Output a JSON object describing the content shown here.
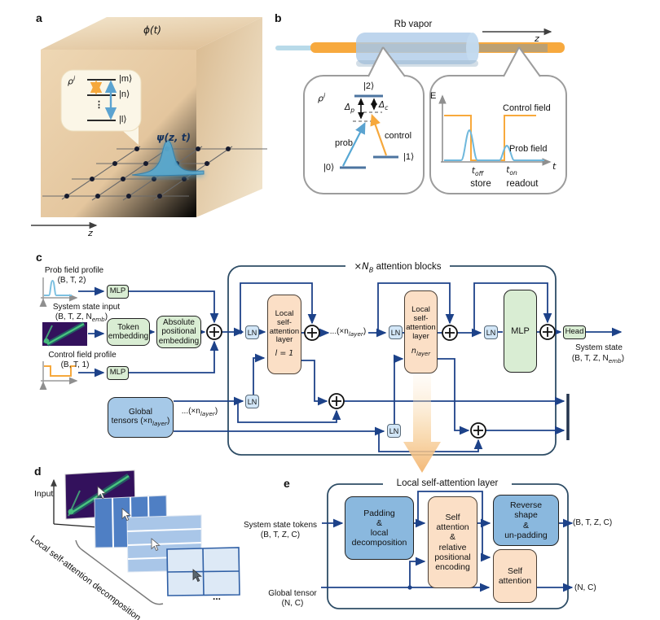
{
  "panel_a": {
    "label": "a",
    "phi": "ϕ(t)",
    "rho_pre": "ρ",
    "rho_sup": "i",
    "level_m": "|m⟩",
    "level_n": "|n⟩",
    "level_l": "|l⟩",
    "dots": "⋮",
    "psi": "ψ(z, t)",
    "z_label": "z"
  },
  "panel_b": {
    "label": "b",
    "title": "Rb vapor",
    "z_label": "z",
    "rho_pre": "ρ",
    "rho_sup": "i",
    "level2": "|2⟩",
    "level1": "|1⟩",
    "level0": "|0⟩",
    "delta_p_pre": "Δ",
    "delta_p_sub": "p",
    "delta_c_pre": "Δ",
    "delta_c_sub": "c",
    "prob": "prob",
    "control": "control",
    "e_axis": "E",
    "t_axis": "t",
    "control_field": "Control field",
    "prob_field": "Prob field",
    "toff_pre": "t",
    "toff_sub": "off",
    "ton_pre": "t",
    "ton_sub": "on",
    "store": "store",
    "readout": "readout"
  },
  "panel_c": {
    "label": "c",
    "prob_input_title": "Prob field profile",
    "prob_input_shape": "(B, T, 2)",
    "state_input_title": "System state input",
    "state_shape_pre": "(B, T, Z, N",
    "state_shape_sub": "emb",
    "state_shape_post": ")",
    "control_input_title": "Control field profile",
    "control_input_shape": "(B, T, 1)",
    "mlp_label": "MLP",
    "token_embedding": "Token\nembedding",
    "abs_pos_embedding": "Absolute\npositional\nembedding",
    "block_title_pre": "×N",
    "block_title_sub": "B",
    "block_title_post": " attention blocks",
    "ln_label": "LN",
    "attn_box_text": "Local\nself-\nattention\nlayer",
    "attn1_index": "l = 1",
    "attn2_index_pre": "n",
    "attn2_index_sub": "layer",
    "repeat_pre": "...(×n",
    "repeat_sub": "layer",
    "repeat_post": ")",
    "big_mlp_label": "MLP",
    "head_label": "Head",
    "output_title": "System state",
    "output_shape_pre": "(B, T, Z, N",
    "output_shape_sub": "emb",
    "output_shape_post": ")",
    "global_line1": "Global",
    "global_line2_pre": "tensors (×n",
    "global_line2_sub": "layer",
    "global_line2_post": ")"
  },
  "panel_d": {
    "label": "d",
    "input_label": "Input",
    "decomposition_label": "Local self-attention decomposition",
    "dots": "..."
  },
  "panel_e": {
    "label": "e",
    "title": "Local self-attention layer",
    "tokens_input_line1": "System state tokens",
    "tokens_input_line2": "(B, T, Z, C)",
    "padding_box": "Padding\n&\nlocal\ndecomposition",
    "self_attention_box": "Self\nattention\n&\nrelative\npositional\nencoding",
    "reverse_box": "Reverse\nshape\n&\nun-padding",
    "global_attention_box": "Self\nattention",
    "tokens_output": "(B, T, Z, C)",
    "global_input_line1": "Global tensor",
    "global_input_line2": "(N, C)",
    "global_output": "(N, C)"
  },
  "colors": {
    "connector_navy": "#1d4289",
    "box_green": "#d9edd3",
    "box_peach": "#fbdfc6",
    "box_blue": "#8ab8de",
    "ln_blue": "#d2e6f7",
    "orange": "#f6a83c",
    "probe_blue": "#6fb8dc",
    "cube_tan": "#e3c49c",
    "viridis_purple": "#35115c",
    "viridis_green": "#2fa879"
  }
}
